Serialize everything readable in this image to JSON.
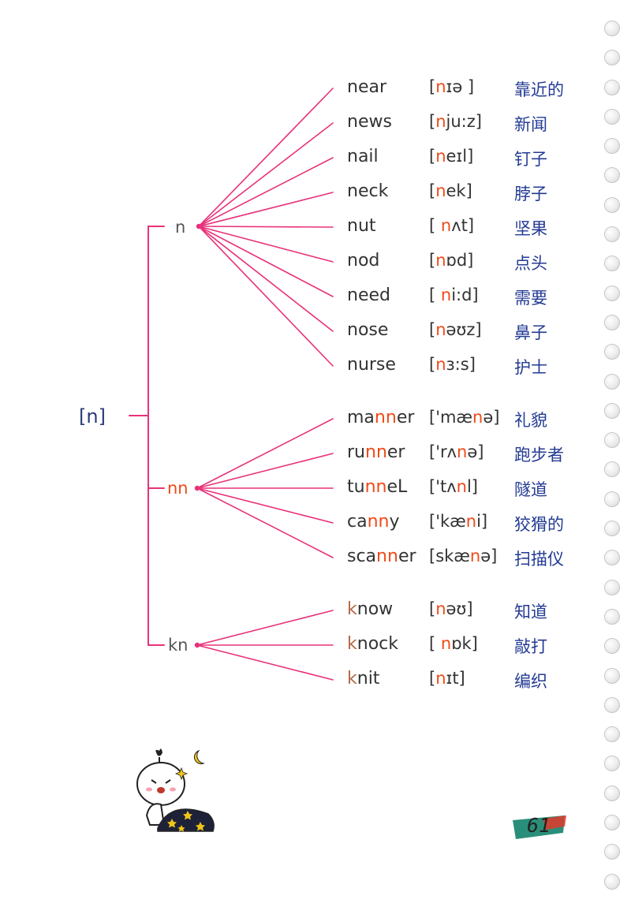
{
  "root": {
    "label": "[n]"
  },
  "groups": [
    {
      "label": "n",
      "rows": [
        {
          "word": [
            {
              "t": "near",
              "h": false
            }
          ],
          "ipa": [
            {
              "t": "[",
              "h": false
            },
            {
              "t": "n",
              "h": true
            },
            {
              "t": "ɪə ]",
              "h": false
            }
          ],
          "meaning": "靠近的"
        },
        {
          "word": [
            {
              "t": "news",
              "h": false
            }
          ],
          "ipa": [
            {
              "t": "[",
              "h": false
            },
            {
              "t": "n",
              "h": true
            },
            {
              "t": "ju:z]",
              "h": false
            }
          ],
          "meaning": "新闻"
        },
        {
          "word": [
            {
              "t": "nail",
              "h": false
            }
          ],
          "ipa": [
            {
              "t": "[",
              "h": false
            },
            {
              "t": "n",
              "h": true
            },
            {
              "t": "eɪl]",
              "h": false
            }
          ],
          "meaning": "钉子"
        },
        {
          "word": [
            {
              "t": "neck",
              "h": false
            }
          ],
          "ipa": [
            {
              "t": "[",
              "h": false
            },
            {
              "t": "n",
              "h": true
            },
            {
              "t": "ek]",
              "h": false
            }
          ],
          "meaning": "脖子"
        },
        {
          "word": [
            {
              "t": "nut",
              "h": false
            }
          ],
          "ipa": [
            {
              "t": "[ ",
              "h": false
            },
            {
              "t": "n",
              "h": true
            },
            {
              "t": "ʌt]",
              "h": false
            }
          ],
          "meaning": "坚果"
        },
        {
          "word": [
            {
              "t": "nod",
              "h": false
            }
          ],
          "ipa": [
            {
              "t": "[",
              "h": false
            },
            {
              "t": "n",
              "h": true
            },
            {
              "t": "ɒd]",
              "h": false
            }
          ],
          "meaning": "点头"
        },
        {
          "word": [
            {
              "t": "need",
              "h": false
            }
          ],
          "ipa": [
            {
              "t": "[ ",
              "h": false
            },
            {
              "t": "n",
              "h": true
            },
            {
              "t": "i:d]",
              "h": false
            }
          ],
          "meaning": "需要"
        },
        {
          "word": [
            {
              "t": "nose",
              "h": false
            }
          ],
          "ipa": [
            {
              "t": "[",
              "h": false
            },
            {
              "t": "n",
              "h": true
            },
            {
              "t": "əʊz]",
              "h": false
            }
          ],
          "meaning": "鼻子"
        },
        {
          "word": [
            {
              "t": "nurse",
              "h": false
            }
          ],
          "ipa": [
            {
              "t": "[",
              "h": false
            },
            {
              "t": "n",
              "h": true
            },
            {
              "t": "ɜ:s]",
              "h": false
            }
          ],
          "meaning": "护士"
        }
      ]
    },
    {
      "label": "nn",
      "rows": [
        {
          "word": [
            {
              "t": "ma",
              "h": false
            },
            {
              "t": "nn",
              "h": true
            },
            {
              "t": "er",
              "h": false
            }
          ],
          "ipa": [
            {
              "t": "['mæ",
              "h": false
            },
            {
              "t": "n",
              "h": true
            },
            {
              "t": "ə]",
              "h": false
            }
          ],
          "meaning": "礼貌"
        },
        {
          "word": [
            {
              "t": "ru",
              "h": false
            },
            {
              "t": "nn",
              "h": true
            },
            {
              "t": "er",
              "h": false
            }
          ],
          "ipa": [
            {
              "t": "['rʌ",
              "h": false
            },
            {
              "t": "n",
              "h": true
            },
            {
              "t": "ə]",
              "h": false
            }
          ],
          "meaning": "跑步者"
        },
        {
          "word": [
            {
              "t": "tu",
              "h": false
            },
            {
              "t": "nn",
              "h": true
            },
            {
              "t": "eL",
              "h": false
            }
          ],
          "ipa": [
            {
              "t": "['tʌ",
              "h": false
            },
            {
              "t": "n",
              "h": true
            },
            {
              "t": "l]",
              "h": false
            }
          ],
          "meaning": "隧道"
        },
        {
          "word": [
            {
              "t": "ca",
              "h": false
            },
            {
              "t": "nn",
              "h": true
            },
            {
              "t": "y",
              "h": false
            }
          ],
          "ipa": [
            {
              "t": "['kæ",
              "h": false
            },
            {
              "t": "n",
              "h": true
            },
            {
              "t": "i]",
              "h": false
            }
          ],
          "meaning": "狡猾的"
        },
        {
          "word": [
            {
              "t": "sca",
              "h": false
            },
            {
              "t": "nn",
              "h": true
            },
            {
              "t": "er",
              "h": false
            }
          ],
          "ipa": [
            {
              "t": "[skæ",
              "h": false
            },
            {
              "t": "n",
              "h": true
            },
            {
              "t": "ə]",
              "h": false
            }
          ],
          "meaning": "扫描仪"
        }
      ]
    },
    {
      "label": "kn",
      "rows": [
        {
          "word": [
            {
              "t": "k",
              "h": "m"
            },
            {
              "t": "now",
              "h": false
            }
          ],
          "ipa": [
            {
              "t": "[",
              "h": false
            },
            {
              "t": "n",
              "h": true
            },
            {
              "t": "əʊ]",
              "h": false
            }
          ],
          "meaning": "知道"
        },
        {
          "word": [
            {
              "t": "k",
              "h": "m"
            },
            {
              "t": "nock",
              "h": false
            }
          ],
          "ipa": [
            {
              "t": "[ ",
              "h": false
            },
            {
              "t": "n",
              "h": true
            },
            {
              "t": "ɒk]",
              "h": false
            }
          ],
          "meaning": "敲打"
        },
        {
          "word": [
            {
              "t": "k",
              "h": "m"
            },
            {
              "t": "nit",
              "h": false
            }
          ],
          "ipa": [
            {
              "t": "[",
              "h": false
            },
            {
              "t": "n",
              "h": true
            },
            {
              "t": "ɪt]",
              "h": false
            }
          ],
          "meaning": "编织"
        }
      ]
    }
  ],
  "page": {
    "number": "61"
  },
  "colors": {
    "line": "#e8327a",
    "highlight": "#f04a17",
    "meaning": "#233b93",
    "root": "#2a3c7a",
    "page_tag": "#2a8f7a",
    "page_tag_accent": "#e03a2a"
  }
}
